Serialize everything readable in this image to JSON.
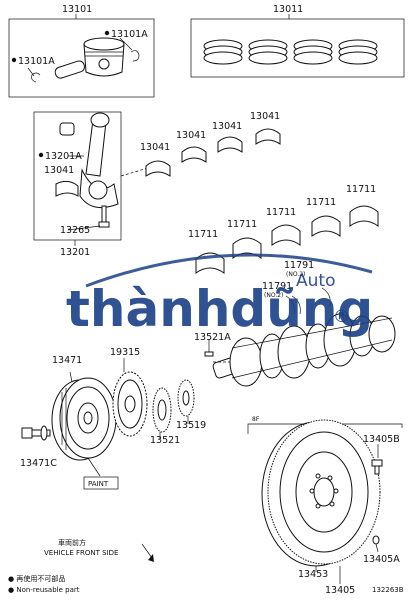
{
  "labels": {
    "p13101": "13101",
    "p13011": "13011",
    "p13101A_top": "13101A",
    "p13101A_left": "13101A",
    "p13201A": "13201A",
    "p13041_rod": "13041",
    "p13265": "13265",
    "p13201": "13201",
    "p13041_a": "13041",
    "p13041_b": "13041",
    "p13041_c": "13041",
    "p13041_d": "13041",
    "p11711_a": "11711",
    "p11711_b": "11711",
    "p11711_c": "11711",
    "p11711_d": "11711",
    "p11711_e": "11711",
    "p11791_a": "11791",
    "p11791_b": "11791",
    "p11791_no": "(NO.2)",
    "p11791_no2": "(NO.2)",
    "p13521A": "13521A",
    "p13471": "13471",
    "p19315": "19315",
    "p13471C": "13471C",
    "p13521": "13521",
    "p13519": "13519",
    "paint": "PAINT",
    "p13405B": "13405B",
    "p13405A": "13405A",
    "p13453": "13453",
    "p13405": "13405",
    "p8F": "8F",
    "front_cn": "車両前方",
    "front_en": "VEHICLE FRONT SIDE",
    "legend_cn": "● 再使用不可部品",
    "legend_en": "● Non-reusable part",
    "figure_id": "132263B"
  },
  "watermark": {
    "main": "thànhdũng",
    "auto": "Auto",
    "reg": "®",
    "color": "#1b3f86"
  }
}
